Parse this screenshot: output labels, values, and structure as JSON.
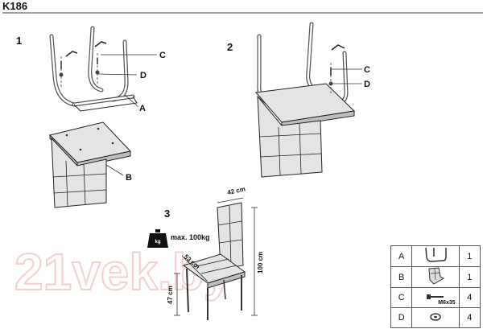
{
  "title": "K186",
  "steps": [
    "1",
    "2",
    "3"
  ],
  "callouts": {
    "step1": [
      "C",
      "D",
      "A",
      "B"
    ],
    "step2": [
      "C",
      "D"
    ]
  },
  "dimensions": {
    "width": "42 cm",
    "depth": "53 cm",
    "height": "100 cm",
    "seat_height": "47 cm"
  },
  "weight": {
    "icon_label": "kg",
    "text": "max. 100kg"
  },
  "parts_table": [
    {
      "letter": "A",
      "qty": "1",
      "icon": "chair-frame-icon",
      "note": ""
    },
    {
      "letter": "B",
      "qty": "1",
      "icon": "seat-backrest-icon",
      "note": ""
    },
    {
      "letter": "C",
      "qty": "4",
      "icon": "bolt-icon",
      "note": "M6x35"
    },
    {
      "letter": "D",
      "qty": "4",
      "icon": "washer-icon",
      "note": ""
    }
  ],
  "watermark": "21vek.by"
}
